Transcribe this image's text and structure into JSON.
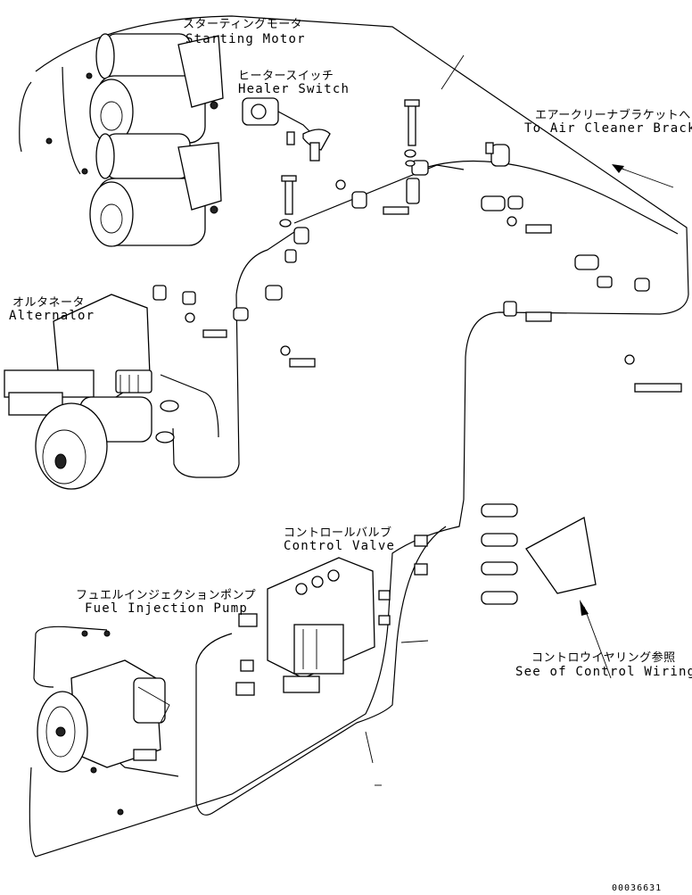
{
  "labels": {
    "starting_motor_jp": "スターティングモータ",
    "starting_motor_en": "Starting Motor",
    "heater_switch_jp": "ヒータースイッチ",
    "heater_switch_en": "Healer Switch",
    "air_cleaner_jp": "エアークリーナブラケットへ",
    "air_cleaner_en": "To Air Cleaner Bracket",
    "alternator_jp": "オルタネータ",
    "alternator_en": "Alternalor",
    "control_valve_jp": "コントロールバルブ",
    "control_valve_en": "Control Valve",
    "fuel_pump_jp": "フュエルインジェクションポンプ",
    "fuel_pump_en": "Fuel Injection Pump",
    "control_wiring_jp": "コントロウイヤリング参照",
    "control_wiring_en": "See of Control Wiring",
    "doc_id": "00036631"
  },
  "colors": {
    "ink": "#000000",
    "paper": "#ffffff"
  }
}
